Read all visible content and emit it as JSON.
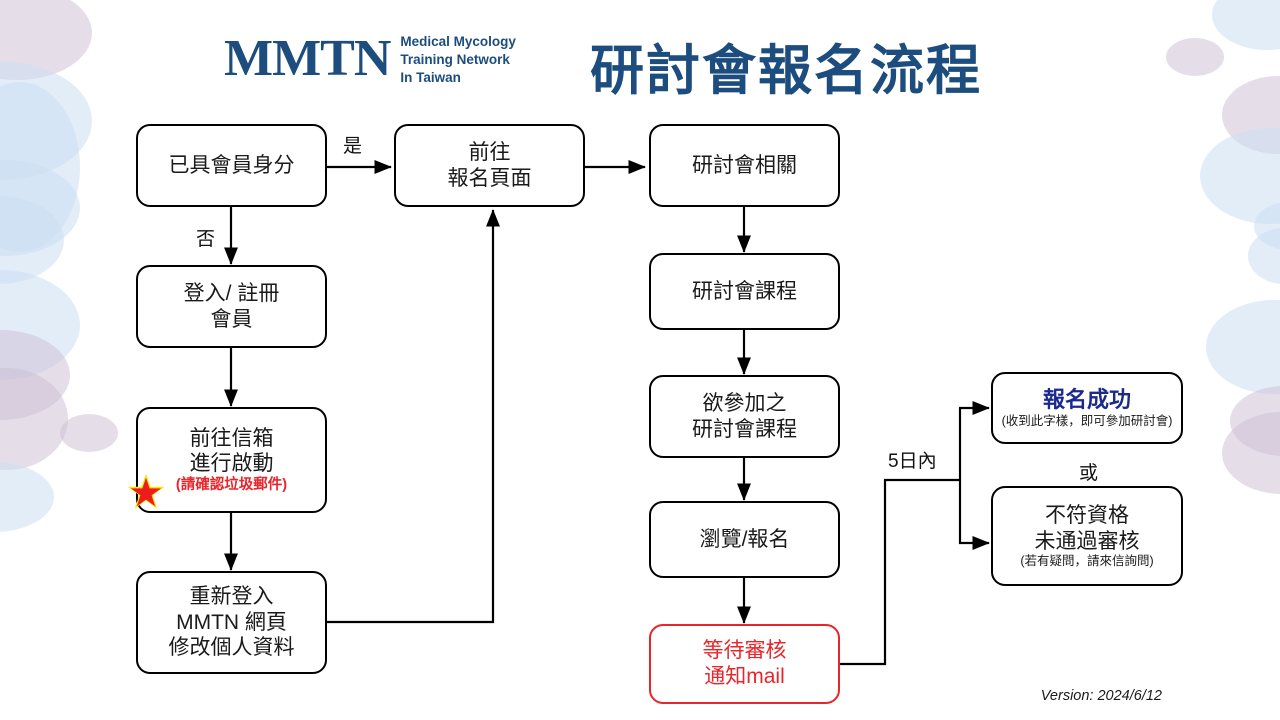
{
  "header": {
    "logo_mark": "MMTN",
    "logo_sub_lines": [
      "Medical Mycology",
      "Training Network",
      "In Taiwan"
    ],
    "title": "研討會報名流程",
    "brand_color": "#1c4d7e"
  },
  "nodes": {
    "has_member": {
      "lines": [
        "已具會員身分"
      ]
    },
    "register": {
      "lines": [
        "登入/ 註冊",
        "會員"
      ]
    },
    "activate_mail": {
      "lines": [
        "前往信箱",
        "進行啟動"
      ],
      "note": "(請確認垃圾郵件)",
      "note_color": "#e8252a"
    },
    "relogin": {
      "lines": [
        "重新登入",
        "MMTN 網頁",
        "修改個人資料"
      ]
    },
    "goto_signup": {
      "lines": [
        "前往",
        "報名頁面"
      ]
    },
    "seminar_info": {
      "lines": [
        "研討會相關"
      ]
    },
    "seminar_course": {
      "lines": [
        "研討會課程"
      ]
    },
    "desired_course": {
      "lines": [
        "欲參加之",
        "研討會課程"
      ]
    },
    "browse_signup": {
      "lines": [
        "瀏覽/報名"
      ]
    },
    "waiting_review": {
      "lines": [
        "等待審核",
        "通知mail"
      ],
      "color": "#e8252a"
    },
    "success": {
      "title": "報名成功",
      "note": "(收到此字樣，即可參加研討會)",
      "title_color": "#1c2a8c"
    },
    "rejected": {
      "lines": [
        "不符資格",
        "未通過審核"
      ],
      "note": "(若有疑問，請來信詢問)"
    }
  },
  "edge_labels": {
    "yes": "是",
    "no": "否",
    "within_5_days": "5日內",
    "or": "或"
  },
  "footer": {
    "version": "Version: 2024/6/12"
  },
  "icons": {
    "star": "red-star-icon"
  }
}
